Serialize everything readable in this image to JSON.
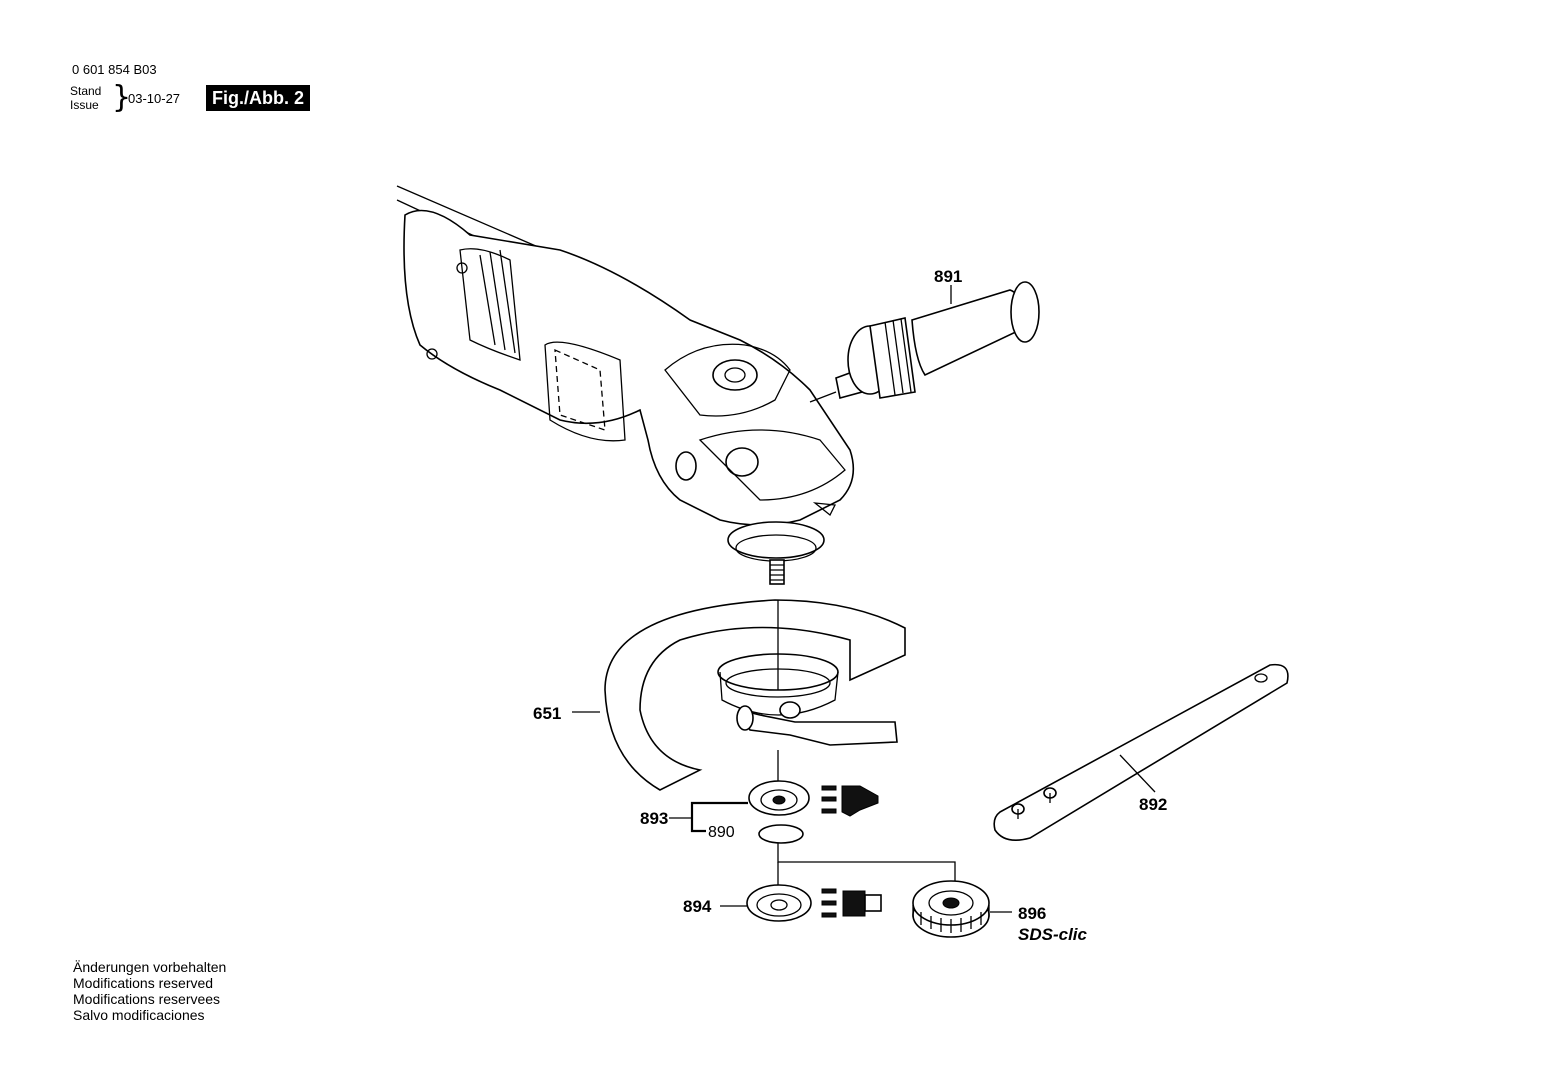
{
  "header": {
    "doc_number": "0 601 854 B03",
    "stand_label": "Stand",
    "issue_label": "Issue",
    "date": "03-10-27",
    "figure_label": "Fig./Abb. 2"
  },
  "parts": {
    "p891": "891",
    "p651": "651",
    "p892": "892",
    "p893": "893",
    "p890": "890",
    "p894": "894",
    "p896": "896",
    "sds": "SDS-clic"
  },
  "footer": {
    "line1": "Änderungen vorbehalten",
    "line2": "Modifications reserved",
    "line3": "Modifications reservees",
    "line4": "Salvo modificaciones"
  }
}
